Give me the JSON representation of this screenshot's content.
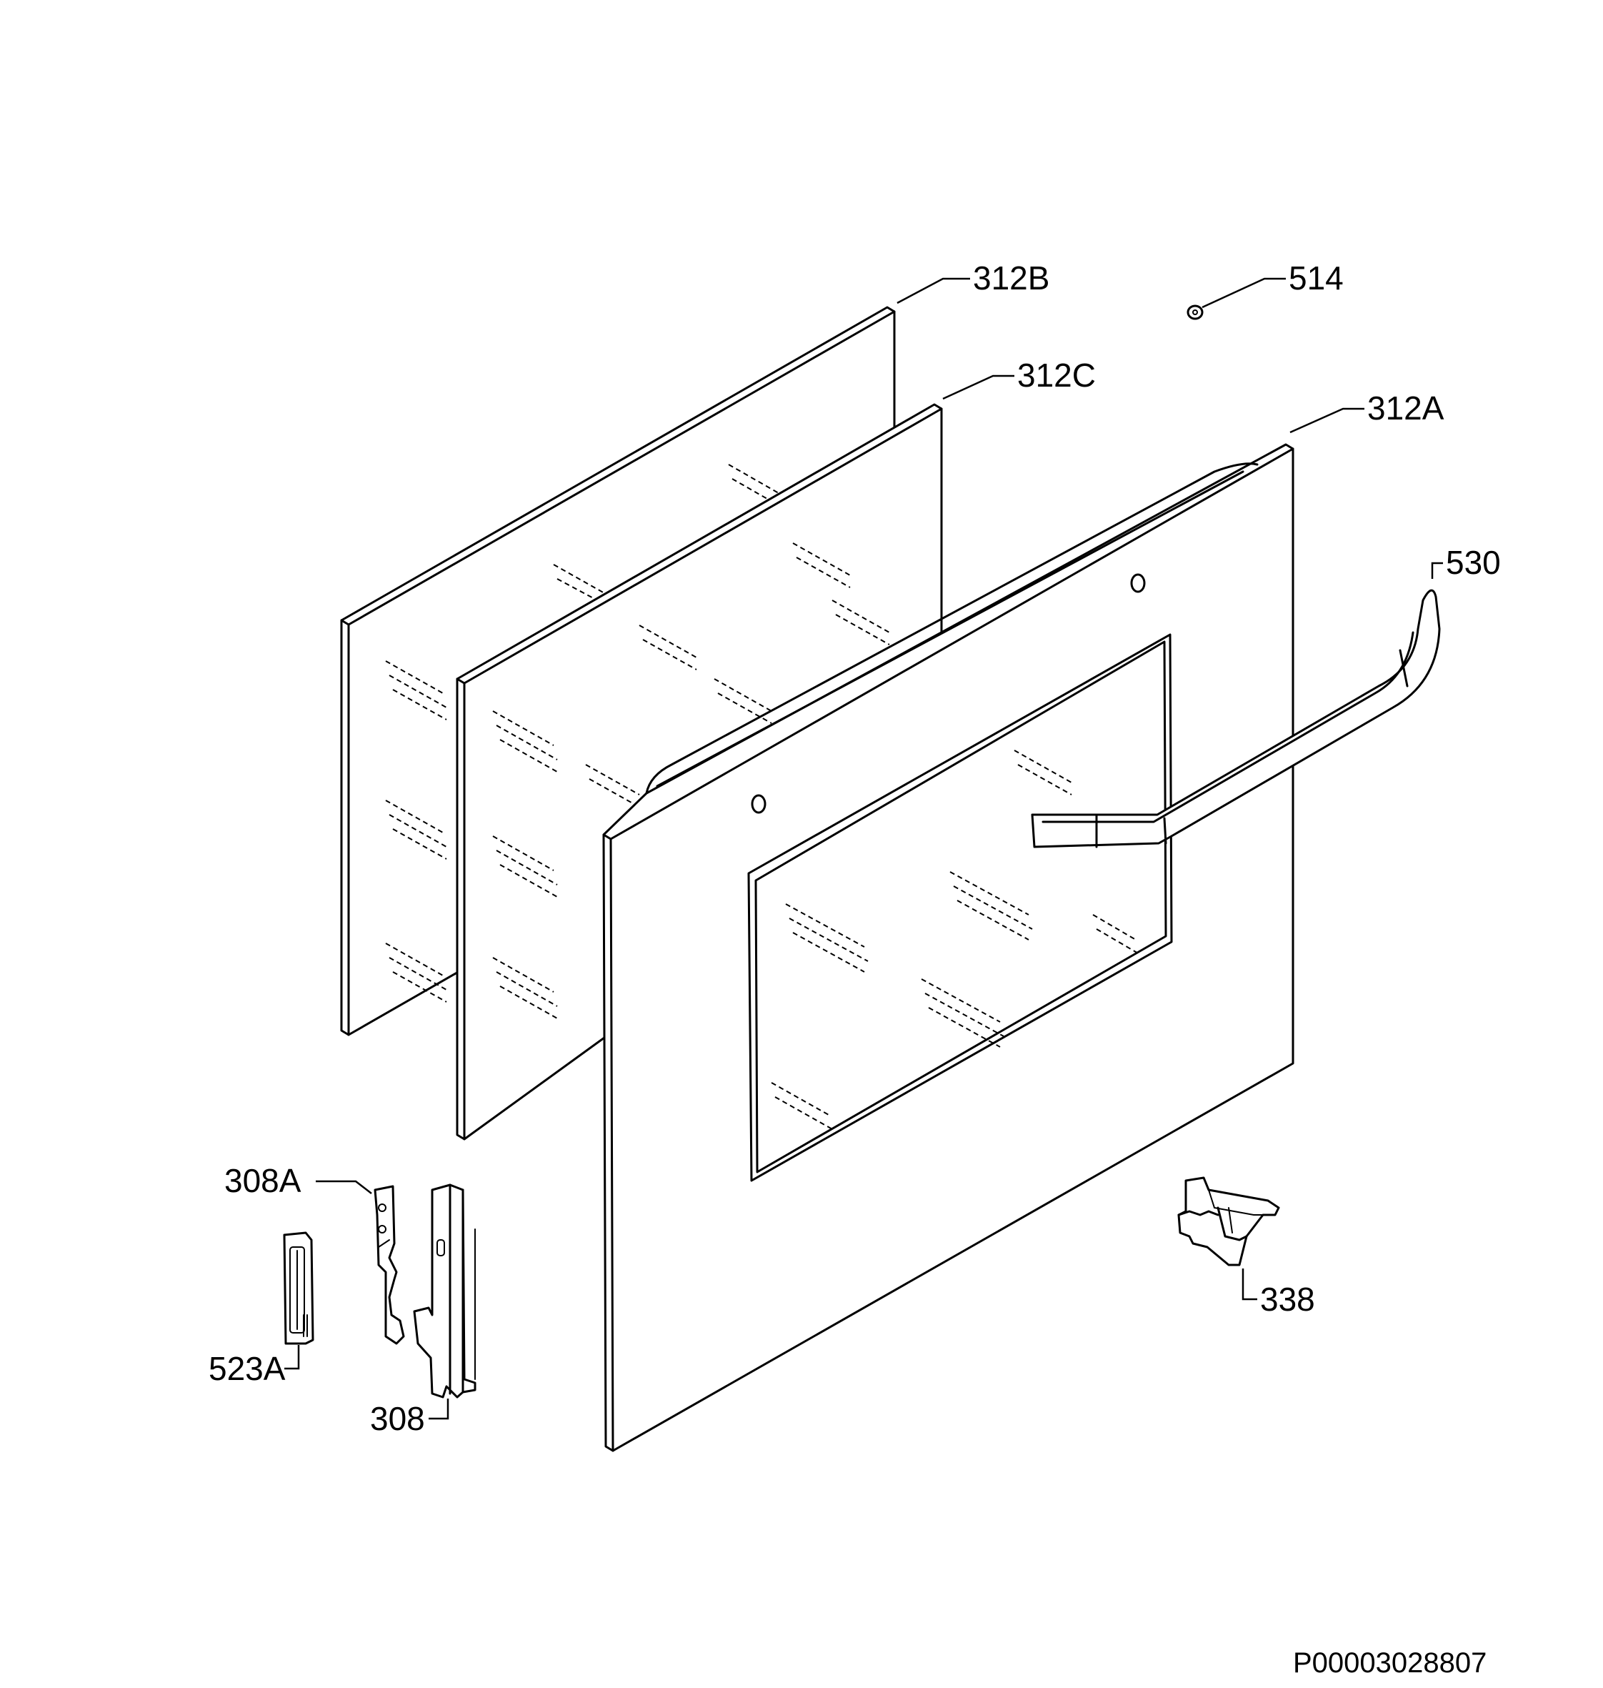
{
  "diagram": {
    "type": "exploded-parts-view",
    "callouts": {
      "c312B": "312B",
      "c514": "514",
      "c312C": "312C",
      "c312A": "312A",
      "c530": "530",
      "c308A": "308A",
      "c338": "338",
      "c523A": "523A",
      "c308": "308"
    },
    "document_id": "P00003028807"
  }
}
